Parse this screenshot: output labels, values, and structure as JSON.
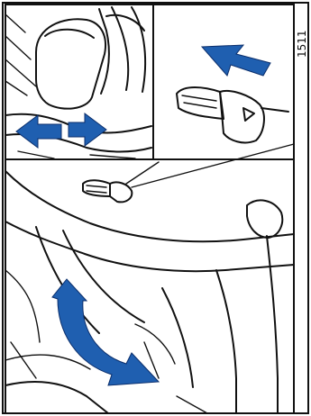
{
  "figure": {
    "reference_number": "1511",
    "arrow_color": "#1f5fb0",
    "panels": [
      {
        "name": "seat-detail",
        "arrows": [
          "adjust-left-arrow",
          "adjust-right-arrow"
        ]
      },
      {
        "name": "control-detail",
        "arrows": [
          "push-direction-arrow"
        ]
      },
      {
        "name": "main-view",
        "arrows": [
          "rotate-curved-arrow"
        ]
      }
    ]
  }
}
